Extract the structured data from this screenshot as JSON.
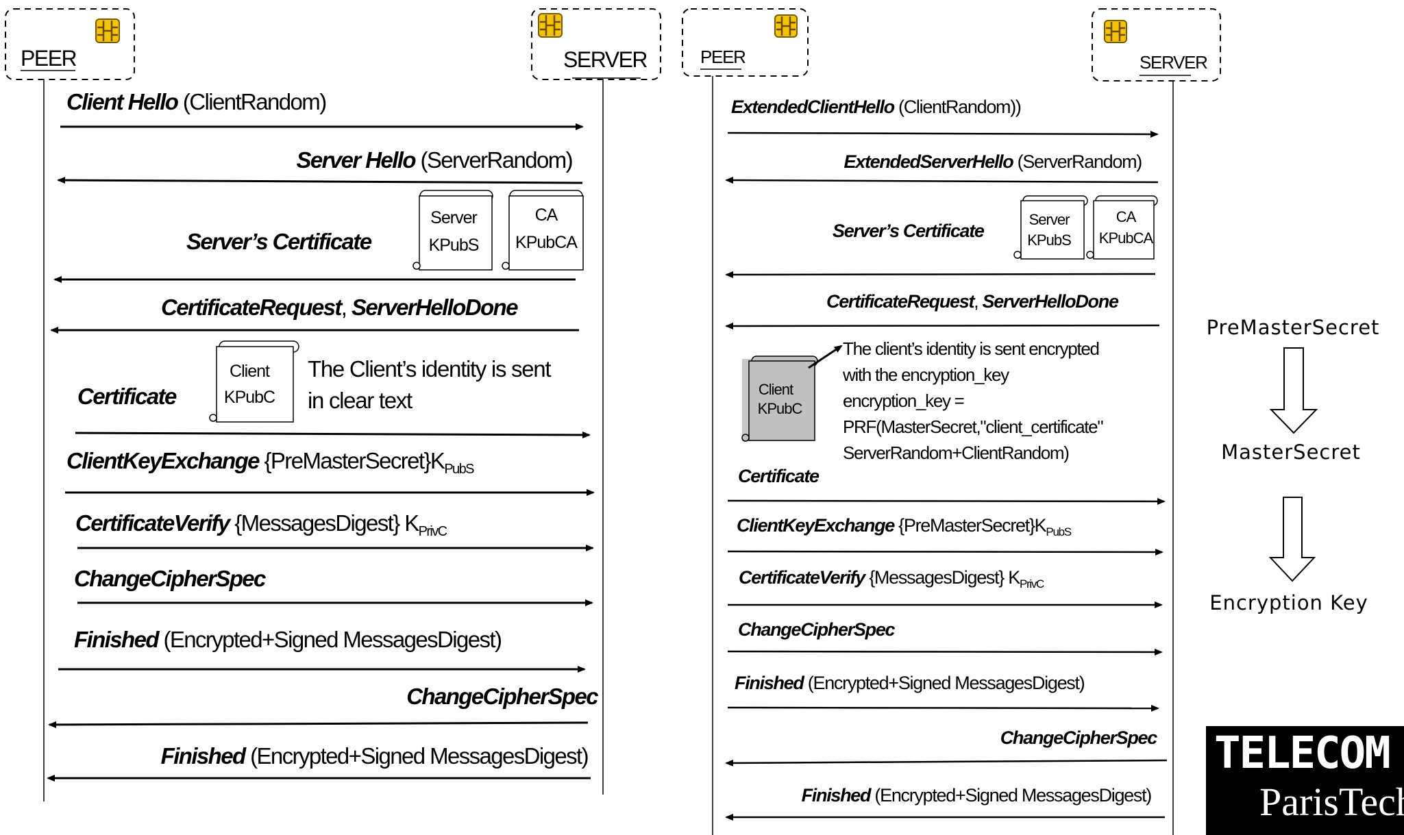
{
  "left": {
    "peer": "PEER",
    "server": "SERVER",
    "messages": [
      {
        "bold": "Client Hello",
        "rest": " (ClientRandom)"
      },
      {
        "bold": "Server Hello",
        "rest": " (ServerRandom)"
      },
      {
        "bold": "Server’s Certificate",
        "rest": ""
      },
      {
        "bold": "CertificateRequest",
        "mid": ", ",
        "bold2": "ServerHelloDone"
      },
      {
        "bold": "Certificate",
        "rest": ""
      },
      {
        "bold": "ClientKeyExchange",
        "rest": " {PreMasterSecret}K",
        "sub": "PubS"
      },
      {
        "bold": "CertificateVerify",
        "rest": " {MessagesDigest} K",
        "sub": "PrivC"
      },
      {
        "bold": "ChangeCipherSpec",
        "rest": ""
      },
      {
        "bold": "Finished",
        "rest": " (Encrypted+Signed MessagesDigest)"
      },
      {
        "bold": "ChangeCipherSpec",
        "rest": ""
      },
      {
        "bold": "Finished",
        "rest": " (Encrypted+Signed MessagesDigest)"
      }
    ],
    "certs": {
      "server": [
        "Server",
        "KPubS"
      ],
      "ca": [
        "CA",
        "KPubCA"
      ],
      "client": [
        "Client",
        "KPubC"
      ]
    },
    "note": [
      "The Client’s identity is sent",
      "in clear text"
    ]
  },
  "right": {
    "peer": "PEER",
    "server": "SERVER",
    "messages": [
      {
        "bold": "ExtendedClientHello",
        "rest": " (ClientRandom))"
      },
      {
        "bold": "ExtendedServerHello",
        "rest": " (ServerRandom)"
      },
      {
        "bold": "Server’s Certificate",
        "rest": ""
      },
      {
        "bold": "CertificateRequest",
        "mid": ", ",
        "bold2": "ServerHelloDone"
      },
      {
        "bold": "Certificate",
        "rest": ""
      },
      {
        "bold": "ClientKeyExchange",
        "rest": " {PreMasterSecret}K",
        "sub": "PubS"
      },
      {
        "bold": "CertificateVerify",
        "rest": " {MessagesDigest} K",
        "sub": "PrivC"
      },
      {
        "bold": "ChangeCipherSpec",
        "rest": ""
      },
      {
        "bold": "Finished",
        "rest": " (Encrypted+Signed MessagesDigest)"
      },
      {
        "bold": "ChangeCipherSpec",
        "rest": ""
      },
      {
        "bold": "Finished",
        "rest": " (Encrypted+Signed MessagesDigest)"
      }
    ],
    "certs": {
      "server": [
        "Server",
        "KPubS"
      ],
      "ca": [
        "CA",
        "KPubCA"
      ],
      "client": [
        "Client",
        "KPubC"
      ]
    },
    "note": [
      "The client’s identity is sent encrypted",
      "with the encryption_key",
      "encryption_key =",
      "PRF(MasterSecret,\"client_certificate\"",
      "ServerRandom+ClientRandom)"
    ]
  },
  "keys": [
    "PreMasterSecret",
    "MasterSecret",
    "Encryption Key"
  ],
  "logo": {
    "line1": "TELECOM",
    "line2": "ParisTech"
  }
}
